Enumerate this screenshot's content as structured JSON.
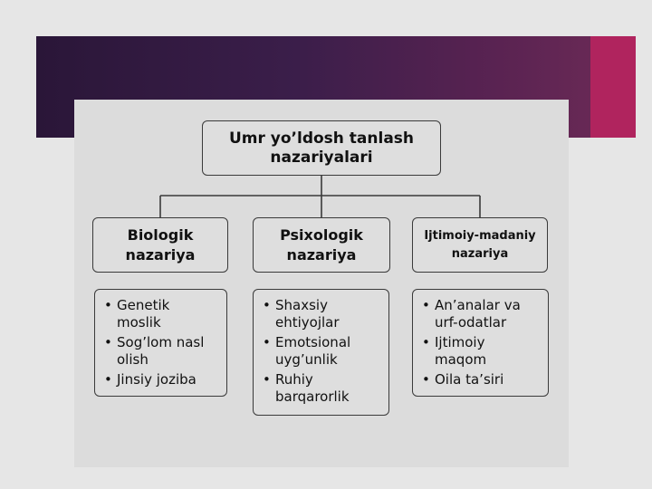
{
  "title": "Umr yo’ldosh tanlash nazariyalari",
  "categories": [
    {
      "label": "Biologik nazariya",
      "items": [
        "Genetik moslik",
        "Sog’lom nasl olish",
        "Jinsiy joziba"
      ]
    },
    {
      "label": "Psixologik nazariya",
      "items": [
        "Shaxsiy ehtiyojlar",
        "Emotsional uyg’unlik",
        "Ruhiy barqarorlik"
      ]
    },
    {
      "label": "Ijtimoiy-madaniy nazariya",
      "items": [
        "An’analar va urf-odatlar",
        "Ijtimoiy maqom",
        "Oila ta’siri"
      ]
    }
  ],
  "colors": {
    "banner_dark": "#2a1638",
    "banner_light": "#6b2a56",
    "accent": "#b0245e",
    "panel": "#dcdcdc",
    "box_border": "#3a3a3a"
  }
}
